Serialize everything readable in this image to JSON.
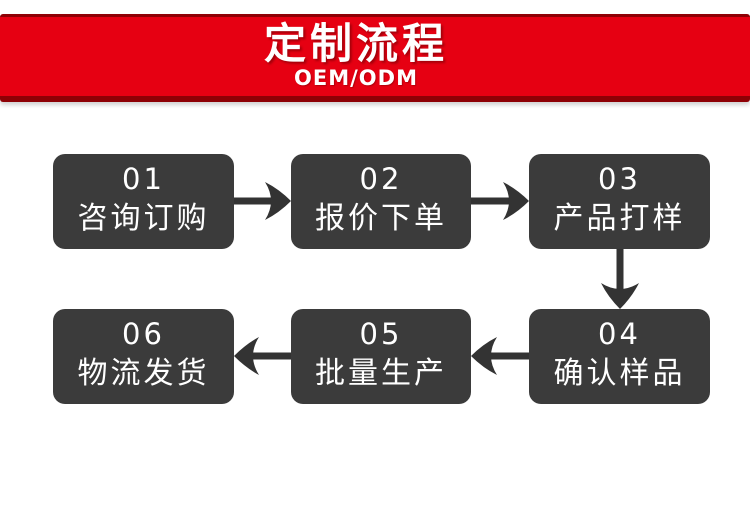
{
  "banner": {
    "title": "定制流程",
    "subtitle": "OEM/ODM"
  },
  "steps": [
    {
      "number": "01",
      "label": "咨询订购"
    },
    {
      "number": "02",
      "label": "报价下单"
    },
    {
      "number": "03",
      "label": "产品打样"
    },
    {
      "number": "04",
      "label": "确认样品"
    },
    {
      "number": "05",
      "label": "批量生产"
    },
    {
      "number": "06",
      "label": "物流发货"
    }
  ],
  "flow_order": "01 → 02 → 03 ↓ 04 → 05 → 06",
  "colors": {
    "banner_red": "#e60012",
    "banner_edge": "#8e0005",
    "box": "#3b3b3b",
    "arrow": "#333333",
    "text": "#ffffff"
  }
}
